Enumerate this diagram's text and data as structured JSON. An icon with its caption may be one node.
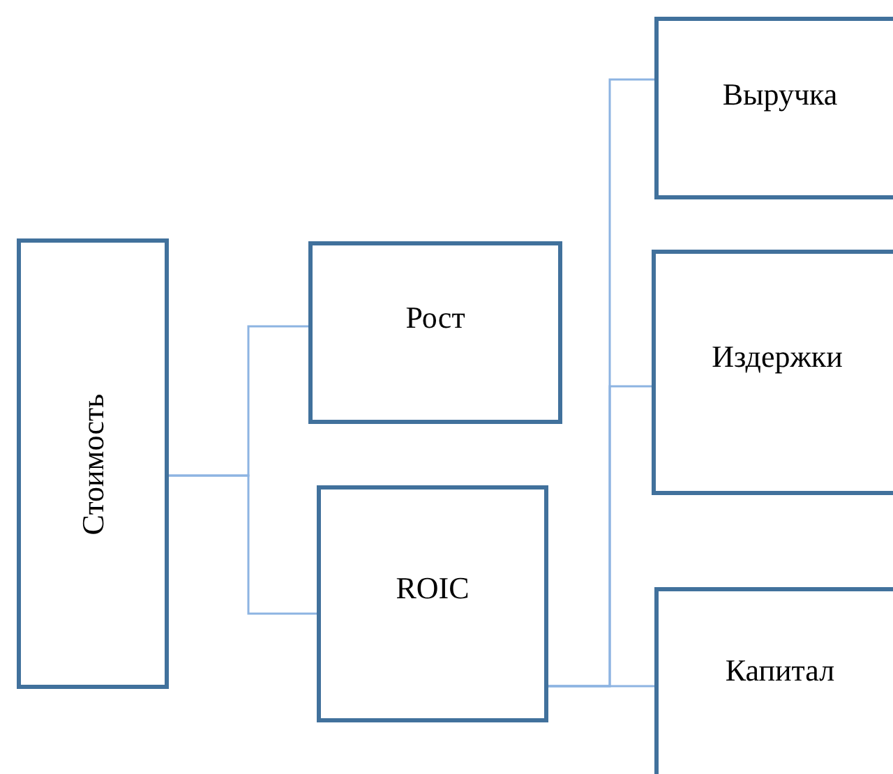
{
  "diagram": {
    "nodes": [
      {
        "text": [
          "Стоимость"
        ]
      },
      {
        "text": [
          "Рост"
        ]
      },
      {
        "text": [
          "ROIC"
        ]
      },
      {
        "text": [
          "Выручка"
        ]
      },
      {
        "text": [
          "Издержки"
        ]
      },
      {
        "text": [
          "Капитал"
        ]
      }
    ],
    "edges": [
      {
        "from": 0,
        "to": 1,
        "arrow": "none"
      },
      {
        "from": 0,
        "to": 2,
        "arrow": "none"
      },
      {
        "from": 2,
        "to": 3,
        "arrow": "none"
      },
      {
        "from": 2,
        "to": 4,
        "arrow": "none"
      },
      {
        "from": 2,
        "to": 5,
        "arrow": "none"
      }
    ]
  }
}
